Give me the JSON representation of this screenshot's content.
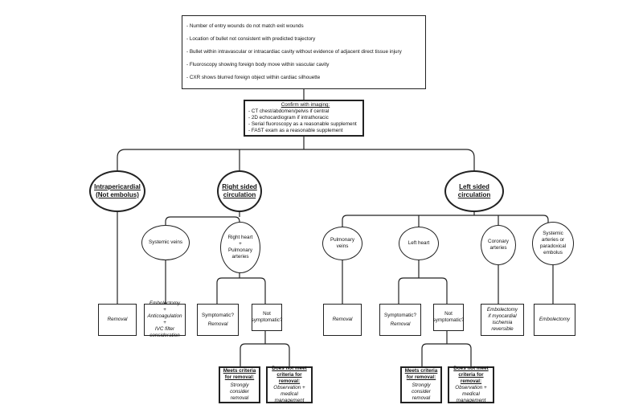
{
  "diagram": {
    "top_criteria": [
      "- Number of entry wounds do not match exit wounds",
      "- Location of bullet not consistent with predicted trajectory",
      "- Bullet within intravascular or intracardiac cavity without evidence of adjacent direct tissue injury",
      "- Fluoroscopy showing foreign body move within vascular cavity",
      "- CXR shows blurred foreign object within cardiac silhouette"
    ],
    "imaging": {
      "title": "Confirm with imaging:",
      "items": [
        "- CT chest/abdomen/pelvis if central",
        "- 2D echocardiogram if intrathoracic",
        "- Serial fluoroscopy as a reasonable supplement",
        "- FAST exam as a reasonable supplement"
      ]
    },
    "level1": {
      "intrapericardial": [
        "Intrapericardial",
        "(Not embolus)"
      ],
      "right_sided": [
        "Right sided",
        "circulation"
      ],
      "left_sided": [
        "Left sided",
        "circulation"
      ]
    },
    "level2": {
      "systemic_veins": "Systemic veins",
      "right_heart": [
        "Right heart",
        "+",
        "Pulmonary",
        "arteries"
      ],
      "pulmonary_veins": [
        "Pulmonary",
        "veins"
      ],
      "left_heart": "Left heart",
      "coronary_arteries": [
        "Coronary",
        "arteries"
      ],
      "systemic_arteries": [
        "Systemic",
        "arteries or",
        "paradoxical",
        "embolus"
      ]
    },
    "level3": {
      "removal_1": "Removal",
      "embolectomy_anticoag": [
        "Embolectomy",
        "+",
        "Anticoagulation",
        "+",
        "IVC filter",
        "consideration"
      ],
      "symptomatic": "Symptomatic?",
      "removal_label": "Removal",
      "not_symptomatic": [
        "Not",
        "symptomatic?"
      ],
      "removal_2": "Removal",
      "embolectomy_ischemia": [
        "Embolectomy",
        "if myocardial",
        "ischemia",
        "reversible"
      ],
      "embolectomy": "Embolectomy"
    },
    "level4": {
      "meets_title": [
        "Meets criteria",
        "for removal:"
      ],
      "meets_body": [
        "Strongly",
        "consider",
        "removal"
      ],
      "not_meet_title": [
        "Does not meet",
        "criteria for",
        "removal:"
      ],
      "not_meet_body": [
        "Observation +",
        "medical",
        "management"
      ]
    }
  }
}
